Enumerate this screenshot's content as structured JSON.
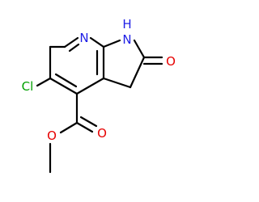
{
  "molecule": {
    "atoms": {
      "pyridine_n": {
        "label": "N",
        "color": "#1f1fe6"
      },
      "pyrrole_nh": {
        "label": "N",
        "color": "#1f1fe6",
        "hydrogen": "H"
      },
      "ketone_o": {
        "label": "O",
        "color": "#e60000"
      },
      "chlorine": {
        "label": "Cl",
        "color": "#00a000"
      },
      "ester_carbonyl_o": {
        "label": "O",
        "color": "#e60000"
      },
      "ester_ether_o": {
        "label": "O",
        "color": "#e60000"
      }
    }
  }
}
